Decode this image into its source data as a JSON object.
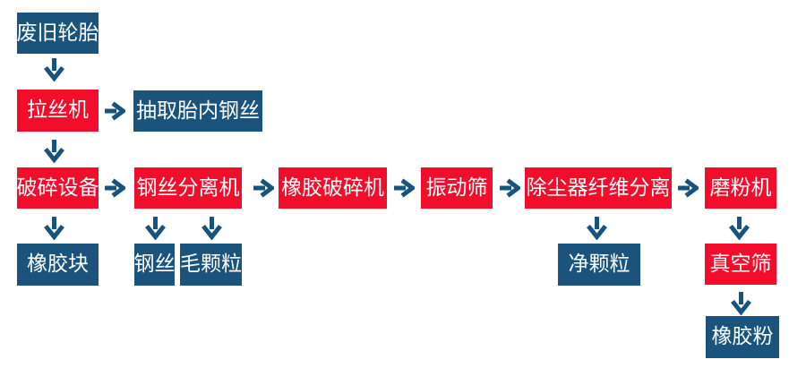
{
  "colors": {
    "process": "#f20d2b",
    "product": "#1a547c",
    "arrow": "#16537e",
    "label_text": "#ffffff",
    "background": "#ffffff"
  },
  "flowchart": {
    "nodes": [
      {
        "id": "scrap-tire",
        "label": "废旧轮胎",
        "kind": "product"
      },
      {
        "id": "wire-drawing-machine",
        "label": "拉丝机",
        "kind": "process"
      },
      {
        "id": "extract-bead-wire",
        "label": "抽取胎内钢丝",
        "kind": "product"
      },
      {
        "id": "crushing-equipment",
        "label": "破碎设备",
        "kind": "process"
      },
      {
        "id": "wire-separator",
        "label": "钢丝分离机",
        "kind": "process"
      },
      {
        "id": "rubber-crusher",
        "label": "橡胶破碎机",
        "kind": "process"
      },
      {
        "id": "vibrating-screen",
        "label": "振动筛",
        "kind": "process"
      },
      {
        "id": "dust-fiber-separator",
        "label": "除尘器纤维分离",
        "kind": "process"
      },
      {
        "id": "grinding-machine",
        "label": "磨粉机",
        "kind": "process"
      },
      {
        "id": "rubber-block",
        "label": "橡胶块",
        "kind": "product"
      },
      {
        "id": "steel-wire",
        "label": "钢丝",
        "kind": "product"
      },
      {
        "id": "fiber-granule",
        "label": "毛颗粒",
        "kind": "product"
      },
      {
        "id": "clean-granule",
        "label": "净颗粒",
        "kind": "product"
      },
      {
        "id": "vacuum-screen",
        "label": "真空筛",
        "kind": "process"
      },
      {
        "id": "rubber-powder",
        "label": "橡胶粉",
        "kind": "product"
      }
    ],
    "edges": [
      {
        "from": "废旧轮胎",
        "to": "拉丝机",
        "direction": "down"
      },
      {
        "from": "拉丝机",
        "to": "抽取胎内钢丝",
        "direction": "right"
      },
      {
        "from": "拉丝机",
        "to": "破碎设备",
        "direction": "down"
      },
      {
        "from": "破碎设备",
        "to": "钢丝分离机",
        "direction": "right"
      },
      {
        "from": "破碎设备",
        "to": "橡胶块",
        "direction": "down"
      },
      {
        "from": "钢丝分离机",
        "to": "橡胶破碎机",
        "direction": "right"
      },
      {
        "from": "钢丝分离机",
        "to": "钢丝",
        "direction": "down"
      },
      {
        "from": "钢丝分离机",
        "to": "毛颗粒",
        "direction": "down"
      },
      {
        "from": "橡胶破碎机",
        "to": "振动筛",
        "direction": "right"
      },
      {
        "from": "振动筛",
        "to": "除尘器纤维分离",
        "direction": "right"
      },
      {
        "from": "除尘器纤维分离",
        "to": "磨粉机",
        "direction": "right"
      },
      {
        "from": "除尘器纤维分离",
        "to": "净颗粒",
        "direction": "down"
      },
      {
        "from": "磨粉机",
        "to": "真空筛",
        "direction": "down"
      },
      {
        "from": "真空筛",
        "to": "橡胶粉",
        "direction": "down"
      }
    ]
  }
}
